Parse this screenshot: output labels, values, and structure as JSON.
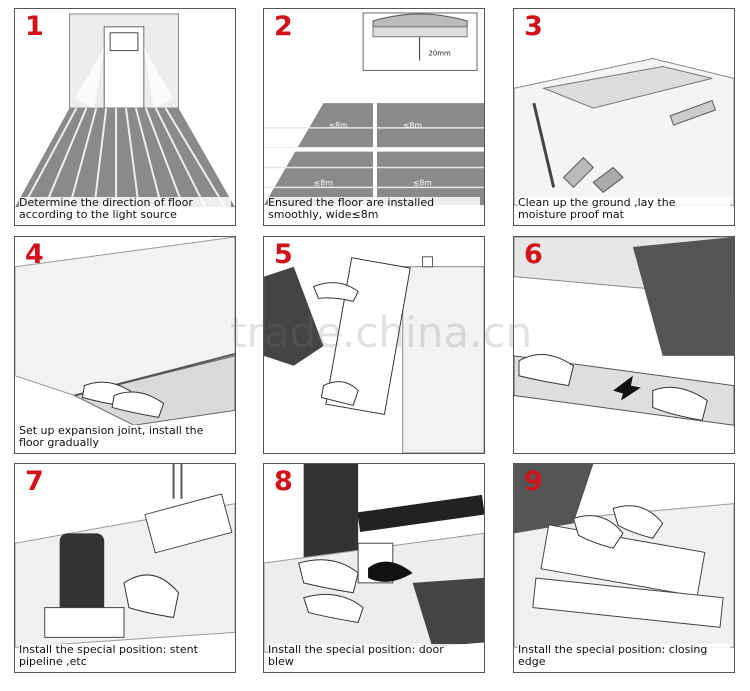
{
  "watermark": "trade.china.cn",
  "accent_color": "#d1121b",
  "steps": [
    {
      "number": "1",
      "caption": "Determine the direction of floor\naccording to the light source"
    },
    {
      "number": "2",
      "caption": "Ensured the floor are installed\nsmoothly, wide≤8m",
      "labels": [
        "≤8m",
        "≤8m",
        "≤8m",
        "≤8m",
        "20mm"
      ]
    },
    {
      "number": "3",
      "caption": "Clean up the ground ,lay the\nmoisture proof mat"
    },
    {
      "number": "4",
      "caption": "Set up expansion joint, install the\nfloor gradually"
    },
    {
      "number": "5",
      "caption": ""
    },
    {
      "number": "6",
      "caption": ""
    },
    {
      "number": "7",
      "caption": "Install the special position: stent\npipeline ,etc"
    },
    {
      "number": "8",
      "caption": "Install the special position: door\nblew"
    },
    {
      "number": "9",
      "caption": "Install the special position: closing\nedge"
    }
  ]
}
